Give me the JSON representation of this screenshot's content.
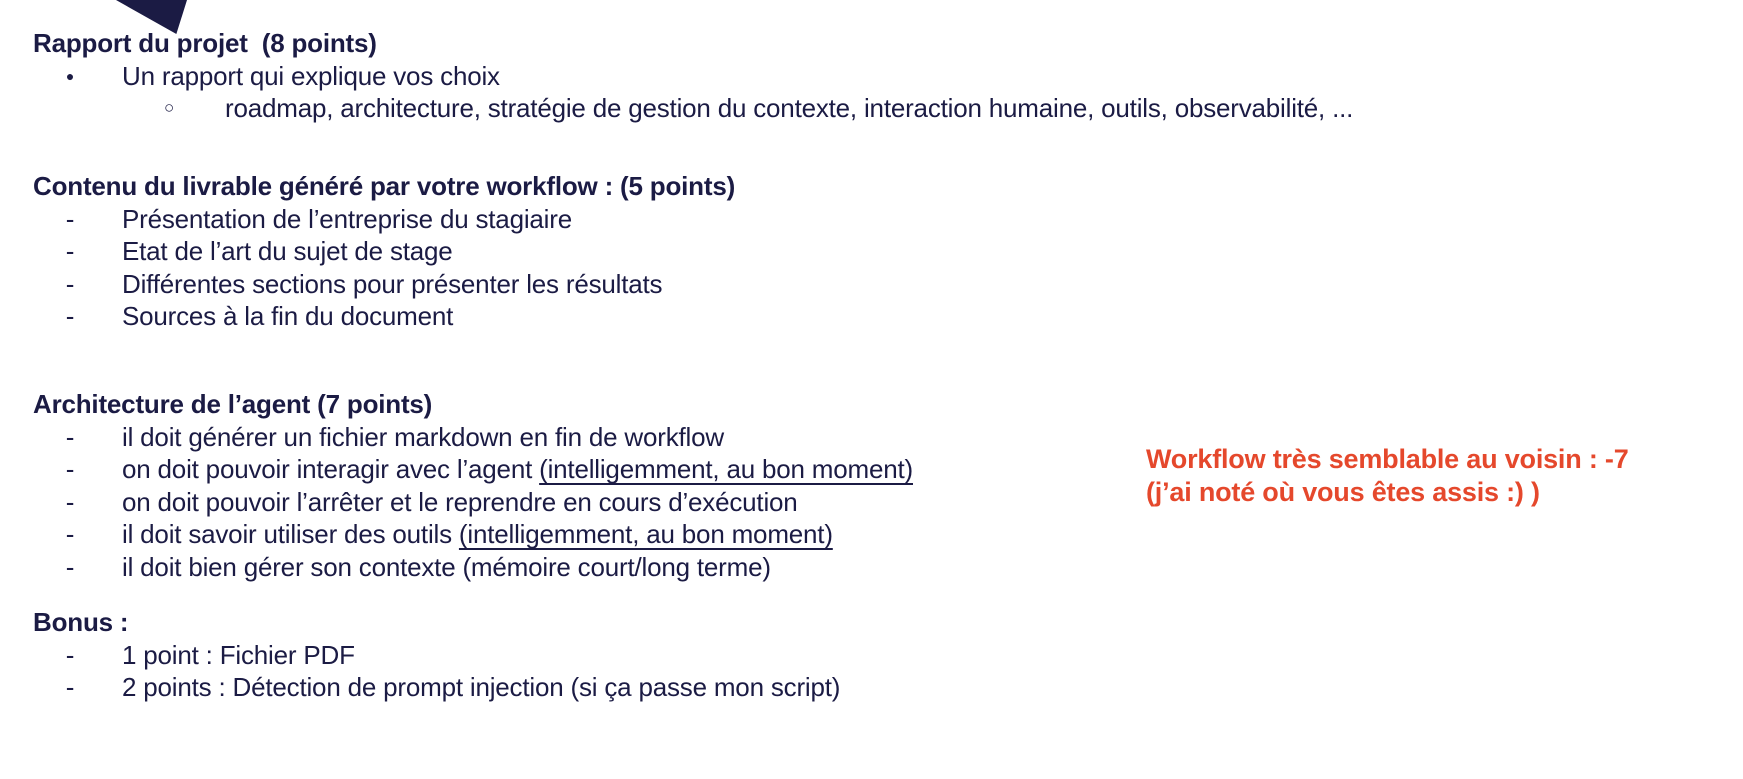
{
  "page": {
    "background_color": "#ffffff",
    "text_color": "#1b1b44",
    "accent_color": "#e5482c"
  },
  "decor": {
    "triangle_color": "#1b1b44"
  },
  "markers": {
    "disc": "●",
    "circle": "○",
    "dash": "-"
  },
  "sections": [
    {
      "title": "Rapport du projet  (8 points)",
      "items": [
        {
          "marker": "●",
          "text": "Un rapport qui explique vos choix"
        },
        {
          "marker": "○",
          "text": "roadmap, architecture, stratégie de gestion du contexte, interaction humaine, outils, observabilité, ..."
        }
      ]
    },
    {
      "title": "Contenu du livrable généré par votre workflow : (5 points)",
      "items": [
        {
          "marker": "-",
          "text": "Présentation de l’entreprise du stagiaire"
        },
        {
          "marker": "-",
          "text": "Etat de l’art du sujet de stage"
        },
        {
          "marker": "-",
          "text": "Différentes sections pour présenter les résultats"
        },
        {
          "marker": "-",
          "text": "Sources à la fin du document"
        }
      ]
    },
    {
      "title": "Architecture de l’agent (7 points)",
      "items": [
        {
          "marker": "-",
          "text": "il doit générer un fichier markdown en fin de workflow"
        },
        {
          "marker": "-",
          "text": "on doit pouvoir interagir avec l’agent ",
          "underlined": "(intelligemment, au bon moment)"
        },
        {
          "marker": "-",
          "text": "on doit pouvoir l’arrêter et le reprendre en cours d’exécution"
        },
        {
          "marker": "-",
          "text": "il doit savoir utiliser des outils ",
          "underlined": "(intelligemment, au bon moment)"
        },
        {
          "marker": "-",
          "text": "il doit bien gérer son contexte (mémoire court/long terme)"
        }
      ]
    },
    {
      "title": "Bonus :",
      "items": [
        {
          "marker": "-",
          "text": "1 point : Fichier PDF"
        },
        {
          "marker": "-",
          "text": "2 points : Détection de prompt injection (si ça passe mon script)"
        }
      ]
    }
  ],
  "annotation": {
    "line1": "Workflow très semblable au voisin : -7",
    "line2": "(j’ai noté où vous êtes assis :) )"
  }
}
